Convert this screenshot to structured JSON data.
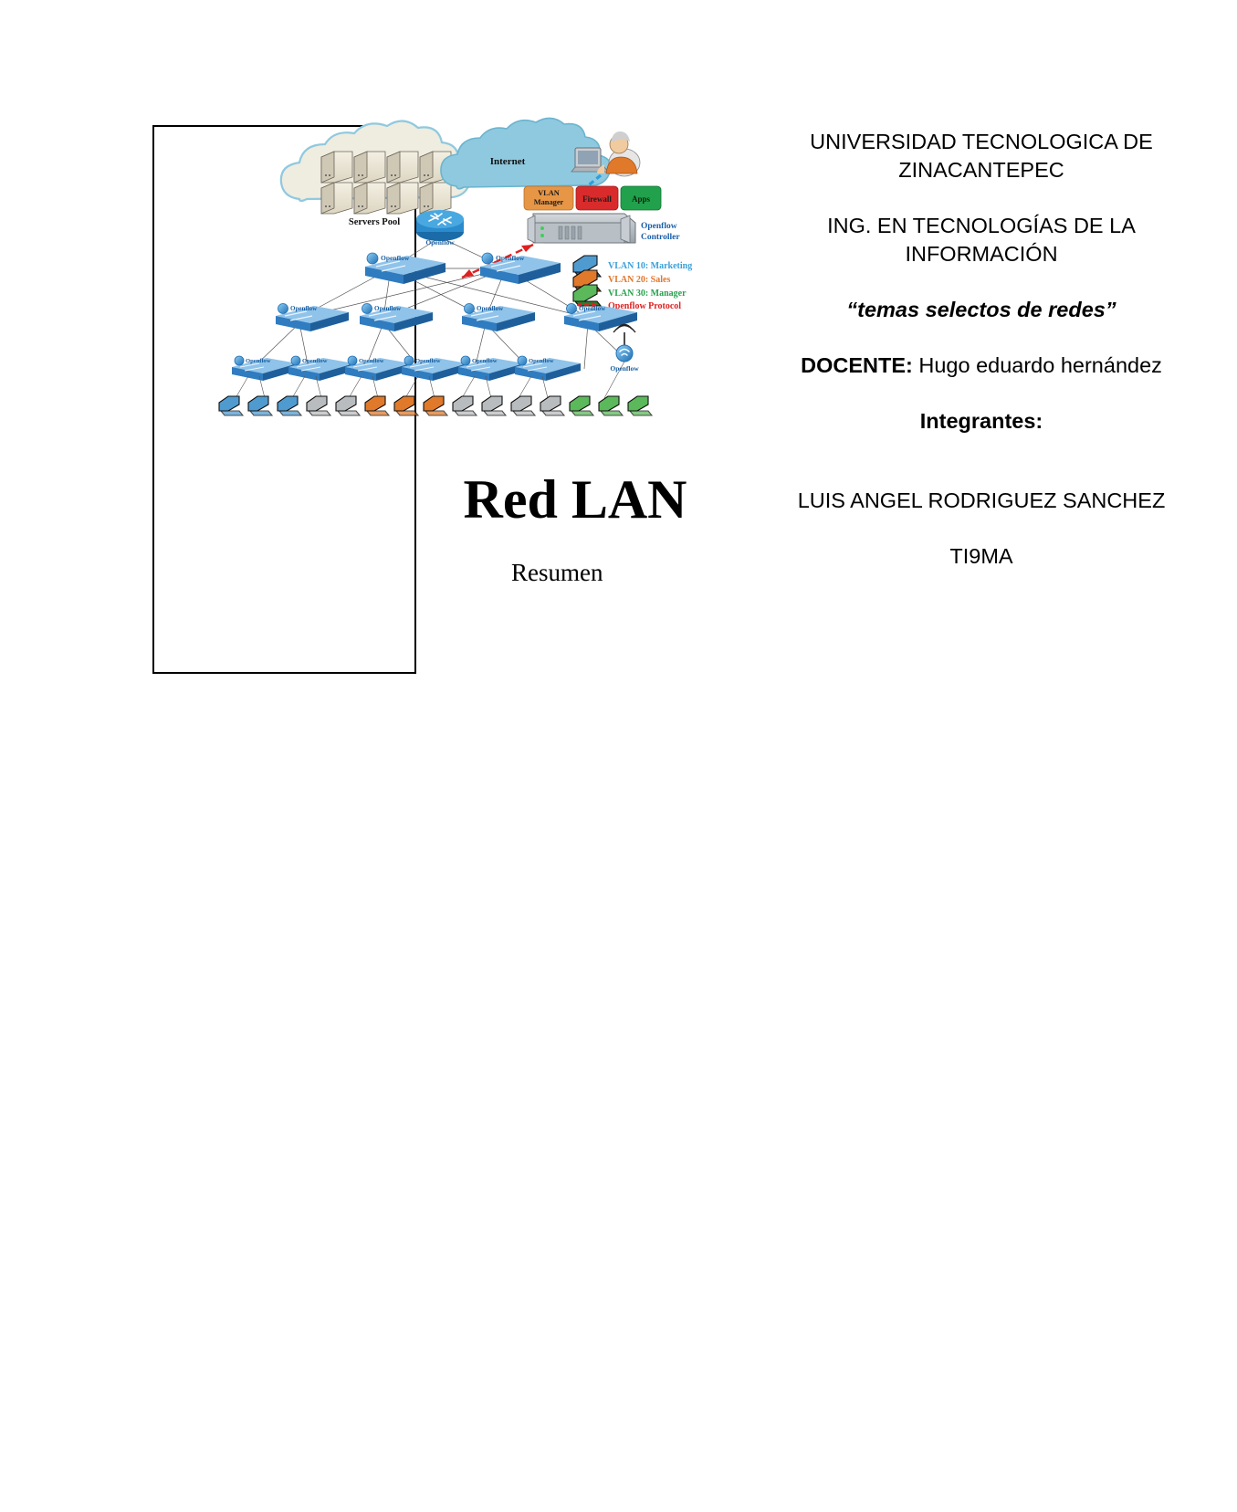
{
  "document": {
    "title": "Red LAN",
    "subtitle": "Resumen"
  },
  "cover": {
    "university_line1": "UNIVERSIDAD TECNOLOGICA DE",
    "university_line2": "ZINACANTEPEC",
    "program_line1": "ING. EN TECNOLOGÍAS DE LA",
    "program_line2": "INFORMACIÓN",
    "course": "“temas selectos de redes”",
    "teacher_label": "DOCENTE:",
    "teacher_name": "Hugo eduardo hernández",
    "members_label": "Integrantes:",
    "member_1": "LUIS ANGEL RODRIGUEZ SANCHEZ",
    "group": "TI9MA"
  },
  "diagram": {
    "clouds": [
      {
        "label": "Servers Pool",
        "color": "#efece0"
      },
      {
        "label": "Internet",
        "color": "#8fc9df"
      }
    ],
    "router_label": "Openflow",
    "controller": {
      "label_line1": "Openflow",
      "label_line2": "Controller",
      "apps": [
        {
          "label": "VLAN Manager",
          "color": "#e79646"
        },
        {
          "label": "Firewall",
          "color": "#d92b2b"
        },
        {
          "label": "Apps",
          "color": "#21a14b"
        }
      ]
    },
    "switch_label": "Openflow",
    "wireless_label": "Openflow",
    "legend": [
      {
        "label": "VLAN 10: Marketing",
        "color": "#3aa0d8"
      },
      {
        "label": "VLAN 20: Sales",
        "color": "#e2762b"
      },
      {
        "label": "VLAN 30: Manager",
        "color": "#27a34d"
      },
      {
        "label": "Openflow Protocol",
        "color": "#e02020"
      }
    ],
    "host_colors": [
      "#4f9bd0",
      "#4f9bd0",
      "#4f9bd0",
      "#b9bcbe",
      "#b9bcbe",
      "#e0792a",
      "#e0792a",
      "#e0792a",
      "#b9bcbe",
      "#b9bcbe",
      "#b9bcbe",
      "#b9bcbe",
      "#5bb85b",
      "#5bb85b",
      "#5bb85b"
    ]
  }
}
